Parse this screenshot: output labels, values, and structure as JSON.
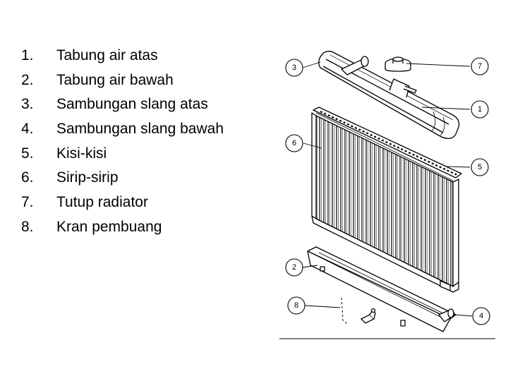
{
  "parts_list": {
    "items": [
      {
        "number": "1.",
        "label": "Tabung air atas"
      },
      {
        "number": "2.",
        "label": "Tabung air bawah"
      },
      {
        "number": "3.",
        "label": "Sambungan slang atas"
      },
      {
        "number": "4.",
        "label": "Sambungan slang bawah"
      },
      {
        "number": "5.",
        "label": "Kisi-kisi"
      },
      {
        "number": "6.",
        "label": "Sirip-sirip"
      },
      {
        "number": "7.",
        "label": "Tutup radiator"
      },
      {
        "number": "8.",
        "label": "Kran pembuang"
      }
    ]
  },
  "diagram": {
    "callouts": [
      "1",
      "2",
      "3",
      "4",
      "5",
      "6",
      "7",
      "8"
    ]
  },
  "colors": {
    "line": "#000000",
    "background": "#ffffff"
  }
}
